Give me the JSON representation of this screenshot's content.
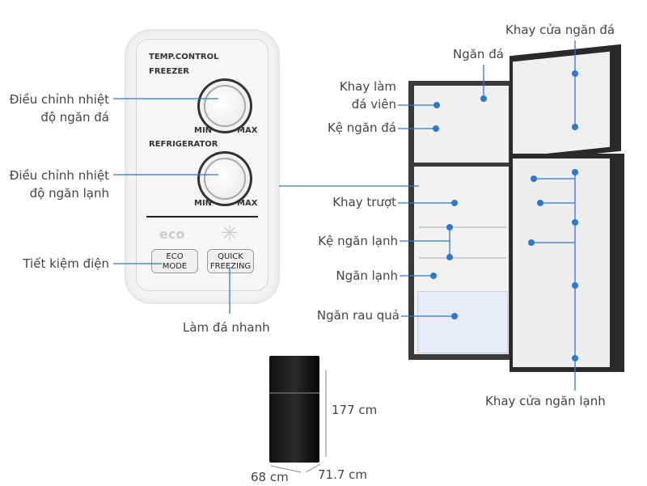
{
  "panel": {
    "title": "TEMP.CONTROL",
    "freezer": "FREEZER",
    "refrigerator": "REFRIGERATOR",
    "min": "MIN",
    "max": "MAX",
    "eco": "eco",
    "eco_button": [
      "ECO",
      "MODE"
    ],
    "quick_button": [
      "QUICK",
      "FREEZING"
    ]
  },
  "labels": {
    "freezer_temp": [
      "Điều chỉnh nhiệt",
      "độ ngăn đá"
    ],
    "fridge_temp": [
      "Điều chỉnh nhiệt",
      "độ ngăn lạnh"
    ],
    "eco": "Tiết kiệm điện",
    "quick": "Làm đá nhanh",
    "freezer_door_tray": "Khay cửa ngăn đá",
    "freezer": "Ngăn đá",
    "ice_tray": [
      "Khay làm",
      "đá viên"
    ],
    "freezer_shelf": "Kệ ngăn đá",
    "slide_tray": "Khay trượt",
    "fridge_shelf": "Kệ ngăn lạnh",
    "fridge": "Ngăn lạnh",
    "crisper": "Ngăn rau quả",
    "fridge_door_tray": "Khay cửa ngăn lạnh"
  },
  "dimensions": {
    "height": "177 cm",
    "width": "68 cm",
    "depth": "71.7 cm"
  },
  "colors": {
    "accent": "#2a78d6"
  }
}
